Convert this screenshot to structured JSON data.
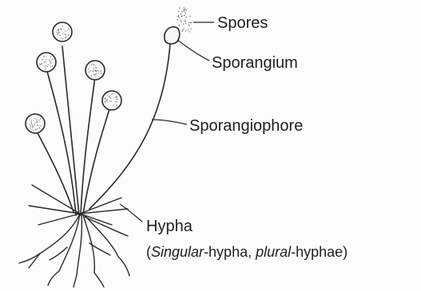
{
  "labels": {
    "spores": "Spores",
    "sporangium": "Sporangium",
    "sporangiophore": "Sporangiophore",
    "hypha": "Hypha",
    "hypha_note_open": "(",
    "hypha_note_singular": "Singular",
    "hypha_note_mid": "-hypha, ",
    "hypha_note_plural": "plural",
    "hypha_note_end": "-hyphae)"
  }
}
